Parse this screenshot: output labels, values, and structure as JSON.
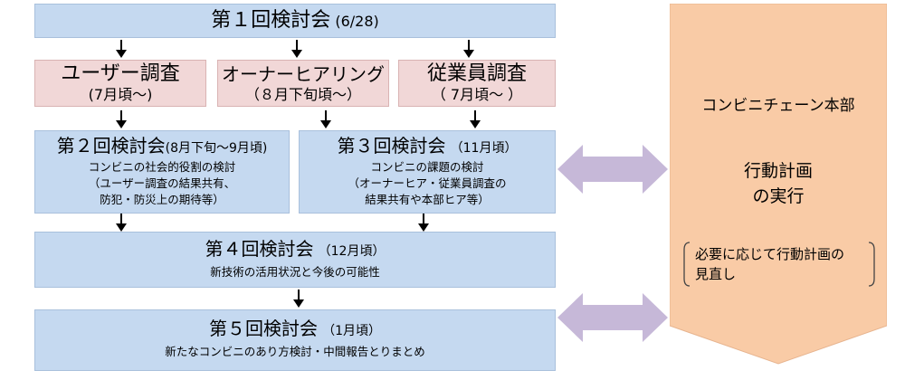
{
  "meeting1": {
    "title": "第１回検討会",
    "date": "(6/28)"
  },
  "surveys": [
    {
      "title": "ユーザー調査",
      "period": "(7月頃〜)"
    },
    {
      "title": "オーナーヒアリング",
      "period": "（８月下旬頃〜）"
    },
    {
      "title": "従業員調査",
      "period": "（ 7月頃〜 ）"
    }
  ],
  "meeting2": {
    "title": "第２回検討会",
    "date": "(8月下旬〜9月頃)",
    "lines": [
      "コンビニの社会的役割の検討",
      "（ユーザー調査の結果共有、",
      "防犯・防災上の期待等）"
    ]
  },
  "meeting3": {
    "title": "第３回検討会",
    "date": "（11月頃）",
    "lines": [
      "コンビニの課題の検討",
      "（オーナーヒア・従業員調査の",
      "結果共有や本部ヒア等）"
    ]
  },
  "meeting4": {
    "title": "第４回検討会",
    "date": "（12月頃）",
    "line": "新技術の活用状況と今後の可能性"
  },
  "meeting5": {
    "title": "第５回検討会",
    "date": "（1月頃）",
    "line": "新たなコンビニのあり方検討・中間報告とりまとめ"
  },
  "hq": {
    "title": "コンビニチェーン本部",
    "action_line1": "行動計画",
    "action_line2": "の実行",
    "note_line1": "必要に応じて行動計画の",
    "note_line2": "見直し"
  },
  "colors": {
    "blue": "#c5d9f0",
    "pink": "#f1d7d7",
    "orange": "#f9cba6",
    "arrow_purple": "#c6b8d8"
  }
}
